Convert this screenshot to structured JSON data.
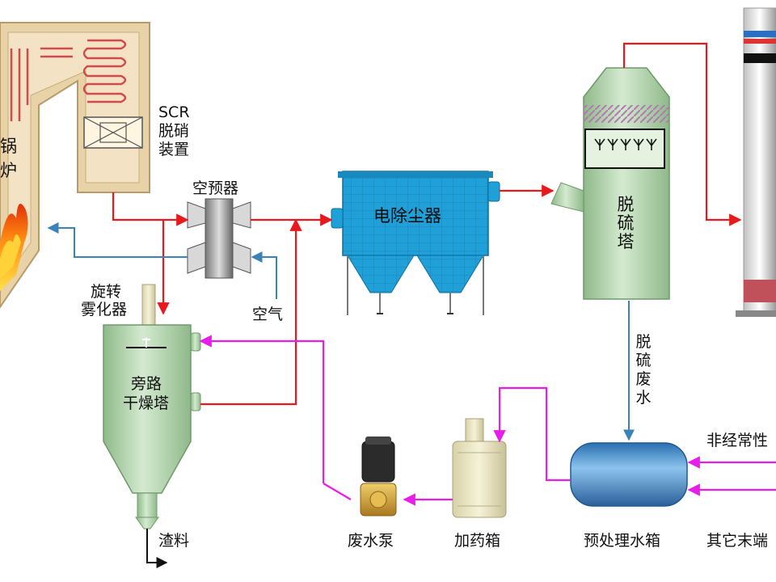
{
  "labels": {
    "boiler": "锅炉",
    "scr": "SCR",
    "scr_line2": "脱硝",
    "scr_line3": "装置",
    "air_preheater": "空预器",
    "esp": "电除尘器",
    "desulfurization_tower": "脱硫塔",
    "desulfurization_wastewater": "脱硫废水",
    "atomizer_line1": "旋转",
    "atomizer_line2": "雾化器",
    "air": "空气",
    "bypass_dryer_line1": "旁路",
    "bypass_dryer_line2": "干燥塔",
    "slag": "渣料",
    "wastewater_pump": "废水泵",
    "dosing_box": "加药箱",
    "pretreatment_tank": "预处理水箱",
    "non_routine": "非经常性",
    "other_terminal": "其它末端"
  },
  "colors": {
    "flue_gas_line": "#e8191c",
    "air_line": "#3a82b8",
    "wastewater_line": "#e81ee8",
    "equipment_green": "#b9d8b4",
    "esp_blue": "#1fa0d8",
    "boiler_tan": "#e8d2a8",
    "tank_blue": "#4d9fd8",
    "pump_gold": "#c8982f"
  },
  "icons": {
    "flame": "flame-icon",
    "arrow": "arrow-head-icon"
  }
}
